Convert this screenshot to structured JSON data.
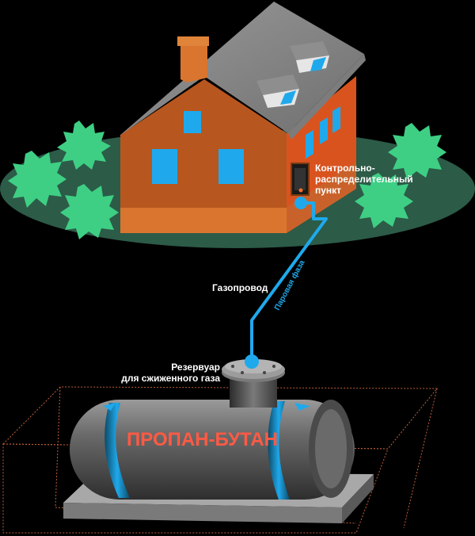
{
  "labels": {
    "control_point_line1": "Контрольно-",
    "control_point_line2": "распределительный",
    "control_point_line3": "пункт",
    "pipeline": "Газопровод",
    "vapor_phase": "Паровая фаза",
    "tank_line1": "Резервуар",
    "tank_line2": "для сжиженного газа",
    "tank_text": "ПРОПАН-БУТАН"
  },
  "colors": {
    "background": "#000000",
    "lawn": "#2c5b48",
    "bush": "#3ecf84",
    "roof": "#8a8a8a",
    "wall_front": "#b8561f",
    "wall_side": "#d9531f",
    "foundation": "#d9752e",
    "window": "#1fa9ec",
    "pipe": "#1fa9ec",
    "tank": "#5d5d5d",
    "tank_text": "#ff5a44",
    "pit_outline": "#c0603a"
  }
}
